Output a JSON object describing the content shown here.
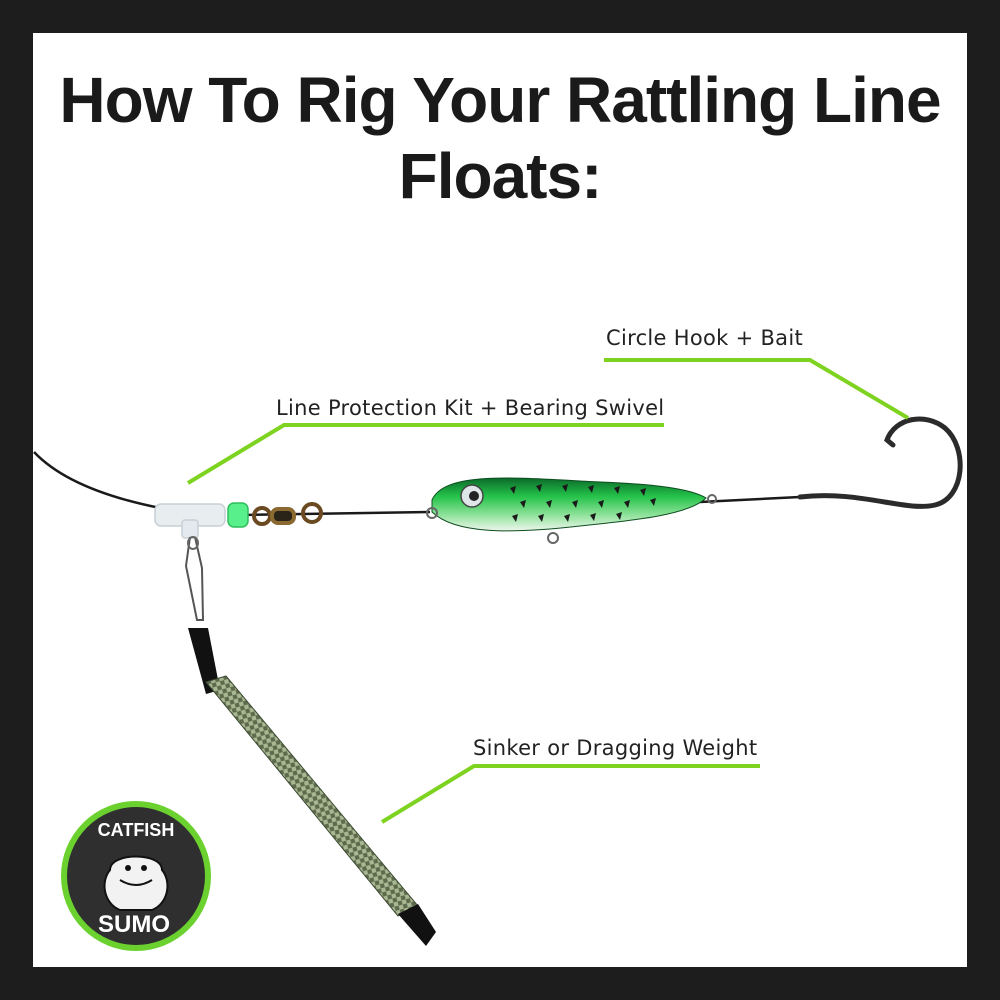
{
  "title": {
    "line1": "How To Rig Your Rattling Line",
    "line2": "Floats:"
  },
  "callouts": {
    "hook": "Circle Hook + Bait",
    "line_protection": "Line Protection Kit + Bearing Swivel",
    "sinker": "Sinker or Dragging Weight"
  },
  "logo": {
    "top_text": "CATFISH",
    "bottom_text": "SUMO"
  },
  "colors": {
    "frame": "#1d1d1d",
    "background": "#ffffff",
    "callout_line": "#7ed321",
    "float_green": "#25c34a"
  }
}
